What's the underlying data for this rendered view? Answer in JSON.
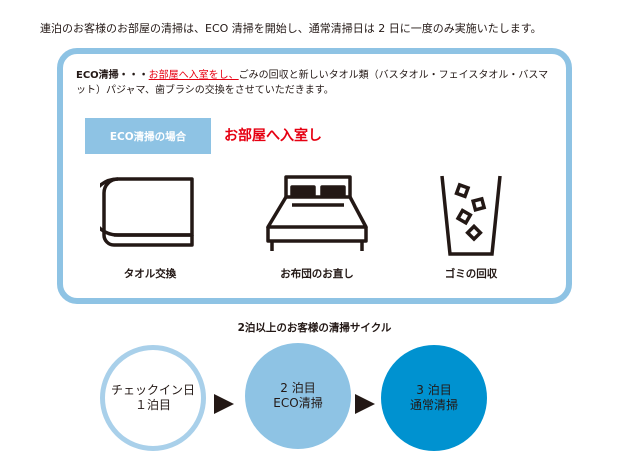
{
  "intro": "連泊のお客様のお部屋の清掃は、ECO 清掃を開始し、通常清掃日は 2 日に一度のみ実施いたします。",
  "description": {
    "label": "ECO清掃・・・",
    "highlight": "お部屋へ入室をし、",
    "rest": "ごみの回収と新しいタオル類（バスタオル・フェイスタオル・バスマット）パジャマ、歯ブラシの交換をさせていただきます。"
  },
  "eco_badge": "ECO清掃の場合",
  "enter_room": "お部屋へ入室し",
  "items": [
    {
      "icon": "towel-icon",
      "label": "タオル交換"
    },
    {
      "icon": "bed-icon",
      "label": "お布団のお直し"
    },
    {
      "icon": "trash-bin-icon",
      "label": "ゴミの回収"
    }
  ],
  "cycle": {
    "title": "2泊以上のお客様の清掃サイクル",
    "steps": [
      {
        "line1": "チェックイン日",
        "line2": "１泊目"
      },
      {
        "line1": "2 泊目",
        "line2": "ECO清掃"
      },
      {
        "line1": "3 泊目",
        "line2": "通常清掃"
      }
    ]
  },
  "colors": {
    "light_blue": "#8ec3e4",
    "blue": "#0092d0",
    "red": "#e60012"
  }
}
